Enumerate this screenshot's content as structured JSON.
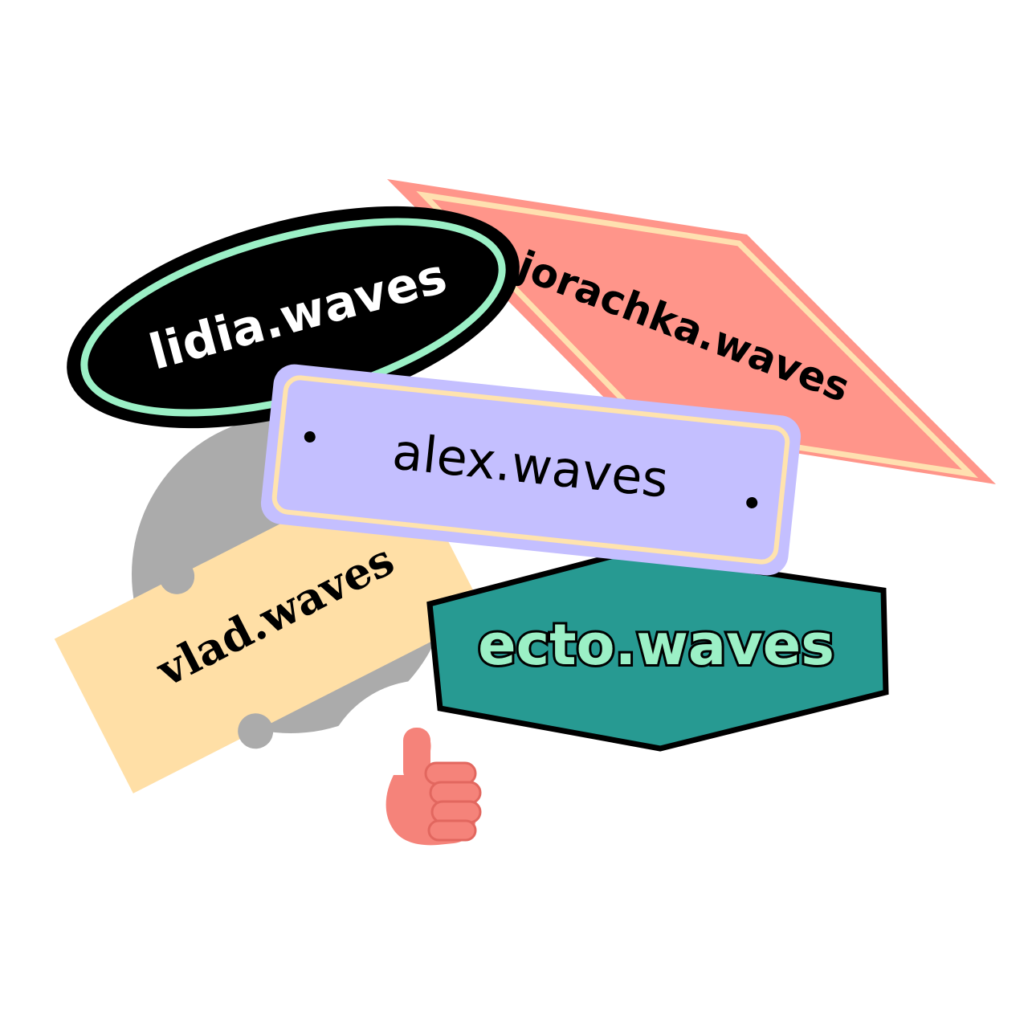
{
  "stickers": {
    "lidia": {
      "label": "lidia.waves",
      "fill": "#000000",
      "border": "#9BF0C6",
      "text_color": "#FFFFFF"
    },
    "jorachka": {
      "label": "jorachka.waves",
      "fill": "#FF958A",
      "border": "#FFE0B0",
      "text_color": "#000000"
    },
    "alex": {
      "label": "alex.waves",
      "fill": "#C4BFFF",
      "border": "#FFE3AE",
      "text_color": "#000000"
    },
    "vlad": {
      "label": "vlad.waves",
      "fill": "#FFDFA6",
      "text_color": "#000000"
    },
    "ecto": {
      "label": "ecto.waves",
      "fill": "#279A92",
      "text_color": "#9BF0C6"
    }
  },
  "gray_disc": {
    "fill": "#ABABAB"
  },
  "thumbs_up": {
    "icon": "thumbs-up-icon",
    "fill": "#F5837A"
  }
}
